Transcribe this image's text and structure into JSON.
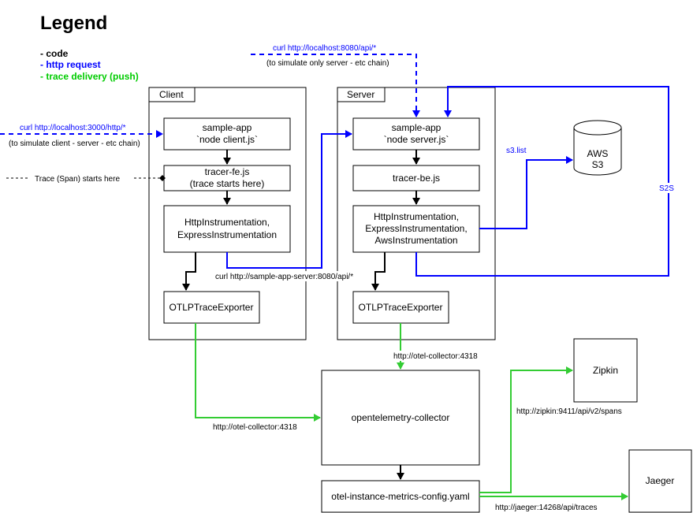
{
  "legend": {
    "title": "Legend",
    "items": [
      {
        "text": "- code",
        "color": "#000000"
      },
      {
        "text": "- http request",
        "color": "#0000ff"
      },
      {
        "text": "- trace delivery (push)",
        "color": "#00cc00"
      }
    ]
  },
  "colors": {
    "code": "#000000",
    "http": "#0000ff",
    "trace": "#33cc33"
  },
  "groups": {
    "client": "Client",
    "server": "Server"
  },
  "client": {
    "app": [
      "sample-app",
      "`node client.js`"
    ],
    "tracer": [
      "tracer-fe.js",
      "(trace starts here)"
    ],
    "instr": [
      "HttpInstrumentation,",
      "ExpressInstrumentation"
    ],
    "exporter": "OTLPTraceExporter"
  },
  "server": {
    "app": [
      "sample-app",
      "`node server.js`"
    ],
    "tracer": "tracer-be.js",
    "instr": [
      "HttpInstrumentation,",
      "ExpressInstrumentation,",
      "AwsInstrumentation"
    ],
    "exporter": "OTLPTraceExporter"
  },
  "aws": [
    "AWS",
    "S3"
  ],
  "collector": "opentelemetry-collector",
  "config": "otel-instance-metrics-config.yaml",
  "zipkin": "Zipkin",
  "jaeger": "Jaeger",
  "labels": {
    "curl_server": "curl http://localhost:8080/api/*",
    "curl_server_note": "(to simulate only server - etc chain)",
    "curl_client": "curl http://localhost:3000/http/*",
    "curl_client_note": "(to simulate client - server - etc chain)",
    "trace_start": "Trace (Span) starts here",
    "curl_sample": "curl http://sample-app-server:8080/api/*",
    "s3_list": "s3.list",
    "s2s": "S2S",
    "otel_top": "http://otel-collector:4318",
    "otel_left": "http://otel-collector:4318",
    "zipkin_url": "http://zipkin:9411/api/v2/spans",
    "jaeger_url": "http://jaeger:14268/api/traces"
  }
}
